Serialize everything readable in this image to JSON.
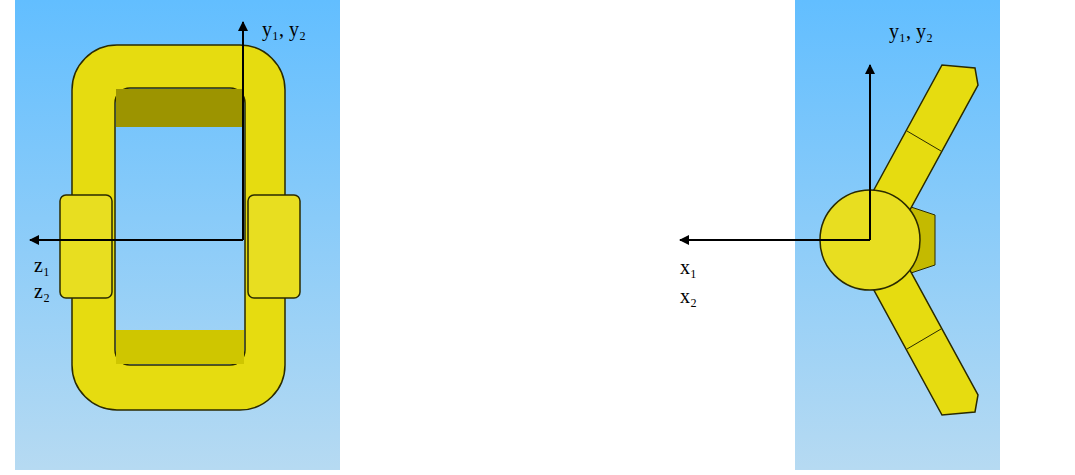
{
  "diagram": {
    "labels": [
      "y₁, y₂",
      "z₁",
      "z₂",
      "y₁, y₂",
      "x₁",
      "x₂"
    ]
  }
}
